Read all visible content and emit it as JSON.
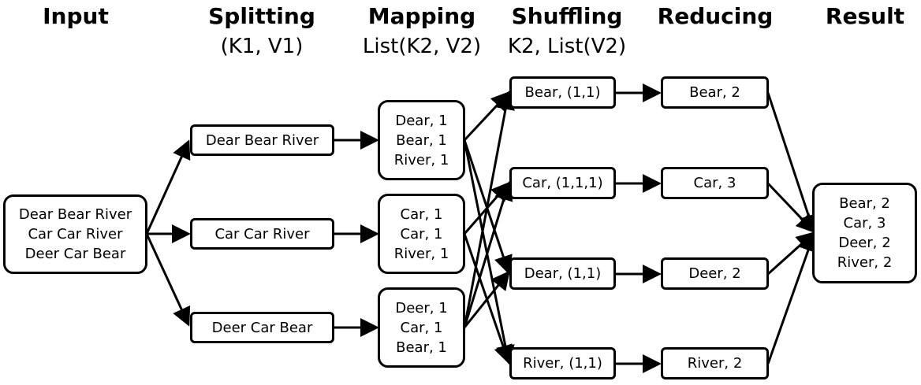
{
  "stages": {
    "input": {
      "title": "Input"
    },
    "splitting": {
      "title": "Splitting",
      "subtitle": "(K1, V1)"
    },
    "mapping": {
      "title": "Mapping",
      "subtitle": "List(K2, V2)"
    },
    "shuffling": {
      "title": "Shuffling",
      "subtitle": "K2, List(V2)"
    },
    "reducing": {
      "title": "Reducing"
    },
    "result": {
      "title": "Result"
    }
  },
  "input_box": {
    "lines": [
      "Dear Bear River",
      "Car Car River",
      "Deer Car Bear"
    ]
  },
  "splits": [
    "Dear Bear River",
    "Car Car River",
    "Deer Car Bear"
  ],
  "maps": [
    {
      "lines": [
        "Dear, 1",
        "Bear, 1",
        "River, 1"
      ]
    },
    {
      "lines": [
        "Car, 1",
        "Car, 1",
        "River, 1"
      ]
    },
    {
      "lines": [
        "Deer, 1",
        "Car, 1",
        "Bear, 1"
      ]
    }
  ],
  "shuffles": [
    "Bear, (1,1)",
    "Car, (1,1,1)",
    "Dear, (1,1)",
    "River, (1,1)"
  ],
  "reduces": [
    "Bear, 2",
    "Car, 3",
    "Deer, 2",
    "River, 2"
  ],
  "result_box": {
    "lines": [
      "Bear, 2",
      "Car, 3",
      "Deer, 2",
      "River, 2"
    ]
  }
}
